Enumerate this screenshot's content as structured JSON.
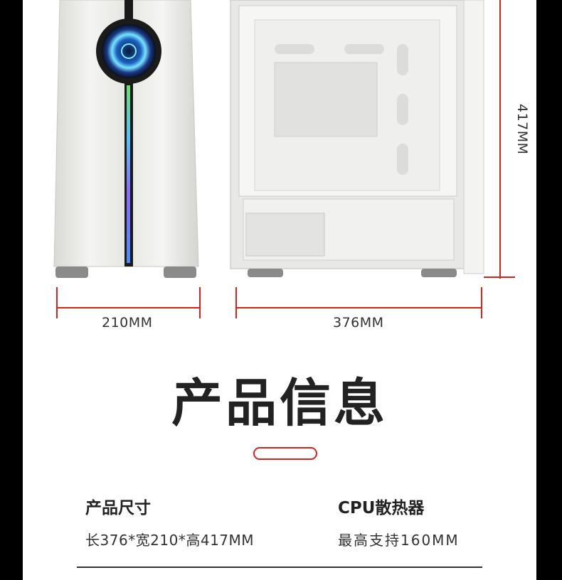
{
  "dimensions": {
    "width_label": "210MM",
    "length_label": "376MM",
    "height_label": "417MM"
  },
  "section_title": "产品信息",
  "specs": [
    {
      "name": "产品尺寸",
      "value": "长376*宽210*高417MM"
    },
    {
      "name": "CPU散热器",
      "value": "最高支持160MM"
    }
  ],
  "colors": {
    "accent": "#d6231d",
    "background_side": "#000000",
    "case_white": "#eeeeec"
  }
}
